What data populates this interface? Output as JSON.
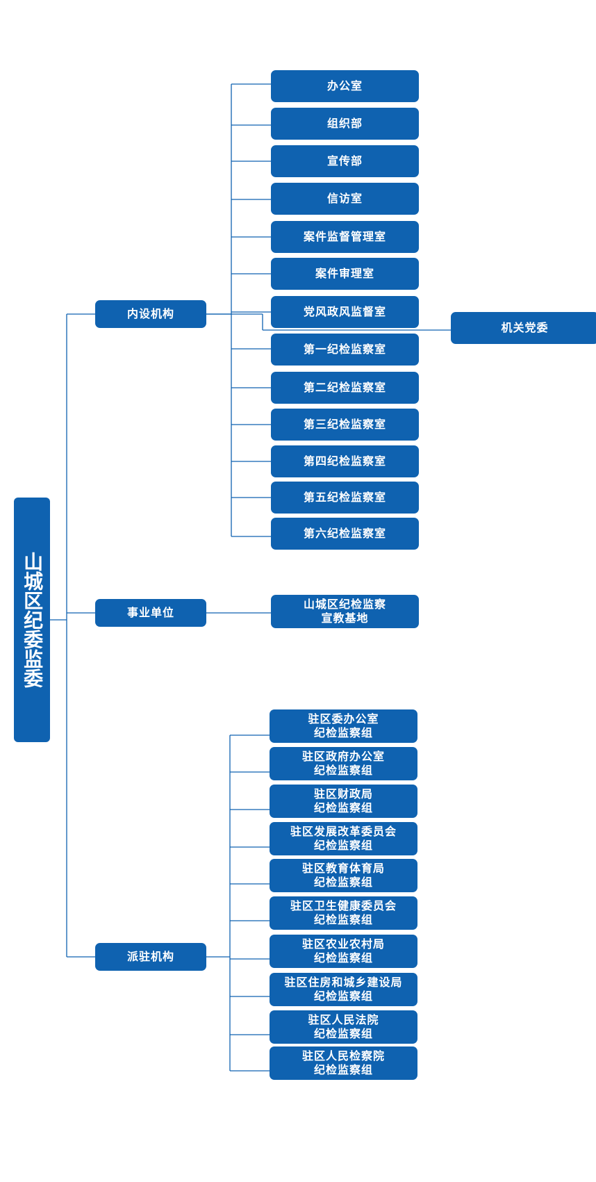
{
  "colors": {
    "box": "#0f62b0",
    "line": "#0f62b0",
    "text": "#ffffff"
  },
  "root": {
    "label": "山城区纪委监委"
  },
  "groups": [
    {
      "label": "内设机构",
      "items": [
        {
          "lines": [
            "办公室"
          ]
        },
        {
          "lines": [
            "组织部"
          ]
        },
        {
          "lines": [
            "宣传部"
          ]
        },
        {
          "lines": [
            "信访室"
          ]
        },
        {
          "lines": [
            "案件监督管理室"
          ]
        },
        {
          "lines": [
            "案件审理室"
          ]
        },
        {
          "lines": [
            "党风政风监督室"
          ]
        },
        {
          "lines": [
            "第一纪检监察室"
          ]
        },
        {
          "lines": [
            "第二纪检监察室"
          ]
        },
        {
          "lines": [
            "第三纪检监察室"
          ]
        },
        {
          "lines": [
            "第四纪检监察室"
          ]
        },
        {
          "lines": [
            "第五纪检监察室"
          ]
        },
        {
          "lines": [
            "第六纪检监察室"
          ]
        }
      ],
      "extra": {
        "label": "机关党委"
      }
    },
    {
      "label": "事业单位",
      "items": [
        {
          "lines": [
            "山城区纪检监察",
            "宣教基地"
          ]
        }
      ]
    },
    {
      "label": "派驻机构",
      "items": [
        {
          "lines": [
            "驻区委办公室",
            "纪检监察组"
          ]
        },
        {
          "lines": [
            "驻区政府办公室",
            "纪检监察组"
          ]
        },
        {
          "lines": [
            "驻区财政局",
            "纪检监察组"
          ]
        },
        {
          "lines": [
            "驻区发展改革委员会",
            "纪检监察组"
          ]
        },
        {
          "lines": [
            "驻区教育体育局",
            "纪检监察组"
          ]
        },
        {
          "lines": [
            "驻区卫生健康委员会",
            "纪检监察组"
          ]
        },
        {
          "lines": [
            "驻区农业农村局",
            "纪检监察组"
          ]
        },
        {
          "lines": [
            "驻区住房和城乡建设局",
            "纪检监察组"
          ]
        },
        {
          "lines": [
            "驻区人民法院",
            "纪检监察组"
          ]
        },
        {
          "lines": [
            "驻区人民检察院",
            "纪检监察组"
          ]
        }
      ]
    }
  ]
}
